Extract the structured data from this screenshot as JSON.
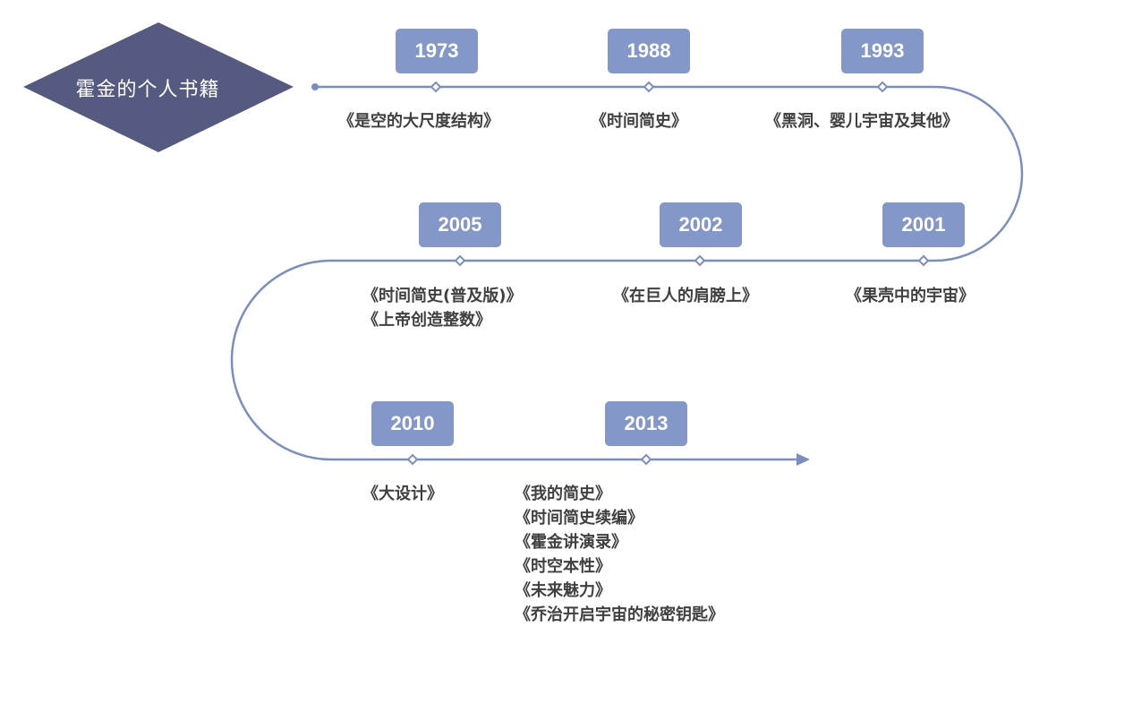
{
  "title": "霍金的个人书籍",
  "colors": {
    "title_diamond": "#555b80",
    "timeline_line": "#7b8ec2",
    "year_box": "#8497c9",
    "year_text": "#ffffff",
    "book_text": "#404040"
  },
  "events": [
    {
      "year": "1973",
      "books": [
        "《是空的大尺度结构》"
      ]
    },
    {
      "year": "1988",
      "books": [
        "《时间简史》"
      ]
    },
    {
      "year": "1993",
      "books": [
        "《黑洞、婴儿宇宙及其他》"
      ]
    },
    {
      "year": "2001",
      "books": [
        "《果壳中的宇宙》"
      ]
    },
    {
      "year": "2002",
      "books": [
        "《在巨人的肩膀上》"
      ]
    },
    {
      "year": "2005",
      "books": [
        "《时间简史(普及版)》",
        "《上帝创造整数》"
      ]
    },
    {
      "year": "2010",
      "books": [
        "《大设计》"
      ]
    },
    {
      "year": "2013",
      "books": [
        "《我的简史》",
        "《时间简史续编》",
        "《霍金讲演录》",
        "《时空本性》",
        "《未来魅力》",
        "《乔治开启宇宙的秘密钥匙》"
      ]
    }
  ]
}
